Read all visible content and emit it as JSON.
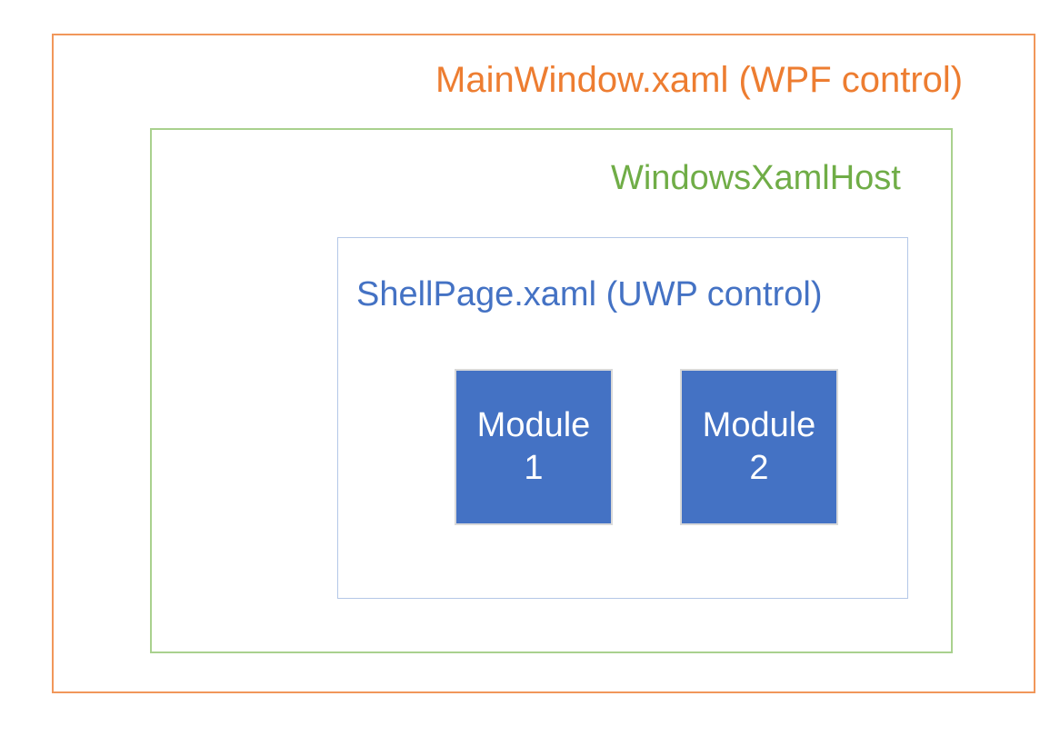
{
  "diagram": {
    "outer_box": {
      "label": "MainWindow.xaml (WPF control)",
      "label_color": "#ED7D31",
      "border_color": "#F1975A"
    },
    "host_box": {
      "label": "WindowsXamlHost",
      "label_color": "#70AD47",
      "border_color": "#A9D18E"
    },
    "shell_box": {
      "label": "ShellPage.xaml (UWP control)",
      "label_color": "#4472C4",
      "border_color": "#B4C7E7"
    },
    "modules": [
      {
        "label": "Module 1"
      },
      {
        "label": "Module 2"
      }
    ],
    "module_style": {
      "fill_color": "#4472C4",
      "text_color": "#FFFFFF",
      "border_color": "#D9D9D9"
    }
  }
}
